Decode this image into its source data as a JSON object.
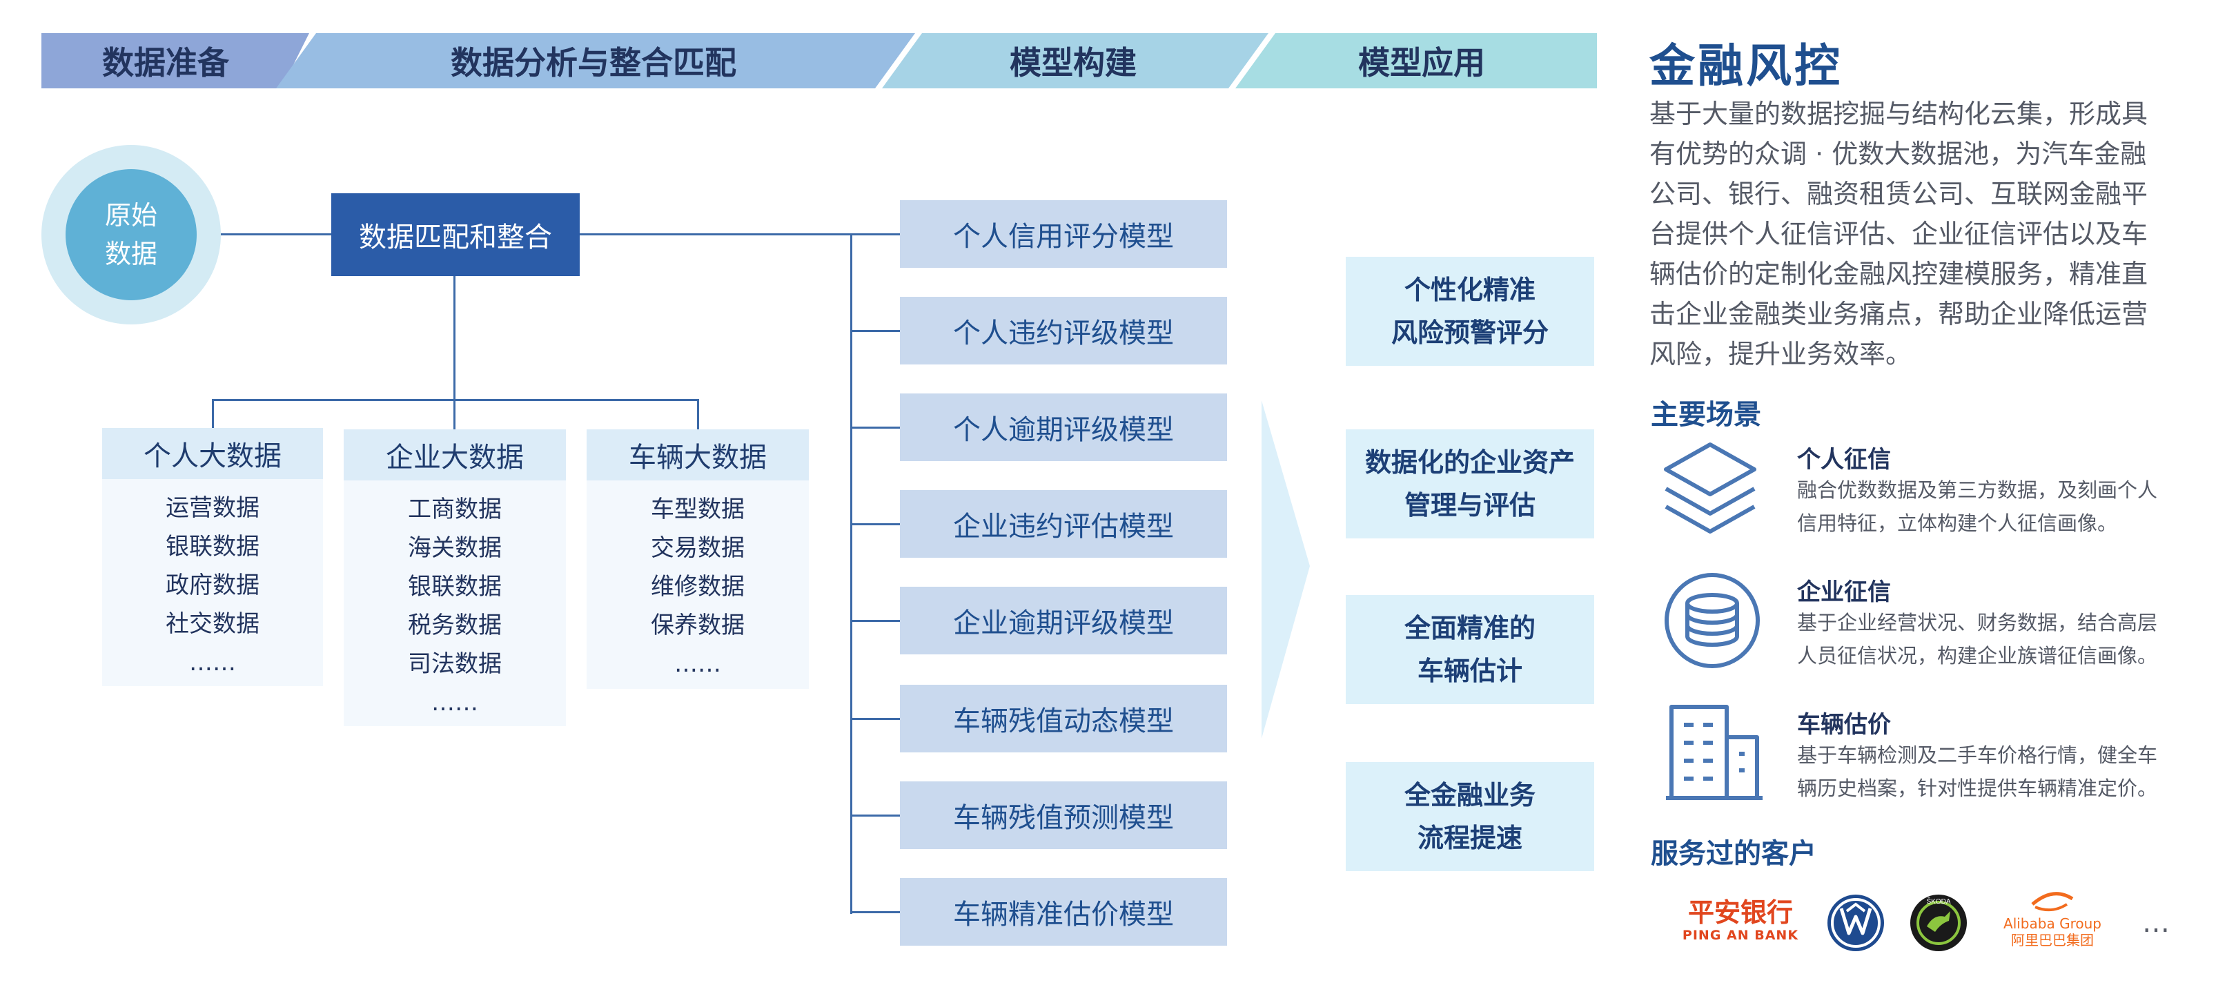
{
  "stages": [
    "数据准备",
    "数据分析与整合匹配",
    "模型构建",
    "模型应用"
  ],
  "raw_data_label": [
    "原始",
    "数据"
  ],
  "match_box": "数据匹配和整合",
  "categories": [
    {
      "title": "个人大数据",
      "items": [
        "运营数据",
        "银联数据",
        "政府数据",
        "社交数据",
        "……"
      ]
    },
    {
      "title": "企业大数据",
      "items": [
        "工商数据",
        "海关数据",
        "银联数据",
        "税务数据",
        "司法数据",
        "……"
      ]
    },
    {
      "title": "车辆大数据",
      "items": [
        "车型数据",
        "交易数据",
        "维修数据",
        "保养数据",
        "……"
      ]
    }
  ],
  "models": [
    "个人信用评分模型",
    "个人违约评级模型",
    "个人逾期评级模型",
    "企业违约评估模型",
    "企业逾期评级模型",
    "车辆残值动态模型",
    "车辆残值预测模型",
    "车辆精准估价模型"
  ],
  "applications": [
    [
      "个性化精准",
      "风险预警评分"
    ],
    [
      "数据化的企业资产",
      "管理与评估"
    ],
    [
      "全面精准的",
      "车辆估计"
    ],
    [
      "全金融业务",
      "流程提速"
    ]
  ],
  "right": {
    "title": "金融风控",
    "intro_lines": [
      "基于大量的数据挖掘与结构化云集，形成具",
      "有优势的众调 · 优数大数据池，为汽车金融",
      "公司、银行、融资租赁公司、互联网金融平",
      "台提供个人征信评估、企业征信评估以及车",
      "辆估价的定制化金融风控建模服务，精准直",
      "击企业金融类业务痛点，帮助企业降低运营",
      "风险，提升业务效率。"
    ],
    "scenes_heading": "主要场景",
    "scenes": [
      {
        "icon": "layers-icon",
        "title": "个人征信",
        "desc": [
          "融合优数数据及第三方数据，及刻画个人",
          "信用特征，立体构建个人征信画像。"
        ]
      },
      {
        "icon": "coin-stack-icon",
        "title": "企业征信",
        "desc": [
          "基于企业经营状况、财务数据，结合高层",
          "人员征信状况，构建企业族谱征信画像。"
        ]
      },
      {
        "icon": "building-icon",
        "title": "车辆估价",
        "desc": [
          "基于车辆检测及二手车价格行情，健全车",
          "辆历史档案，针对性提供车辆精准定价。"
        ]
      }
    ],
    "clients_heading": "服务过的客户",
    "clients": {
      "pingan_cn": "平安银行",
      "pingan_en": "PING AN BANK",
      "skoda_text": "ŠKODA",
      "alibaba_en": "Alibaba Group",
      "alibaba_cn": "阿里巴巴集团",
      "more": "…"
    }
  },
  "colors": {
    "accent": "#1f4f8f",
    "box_dark": "#2b5ca8",
    "model_fill": "#c9d9ee",
    "app_fill": "#dcf1fa"
  }
}
